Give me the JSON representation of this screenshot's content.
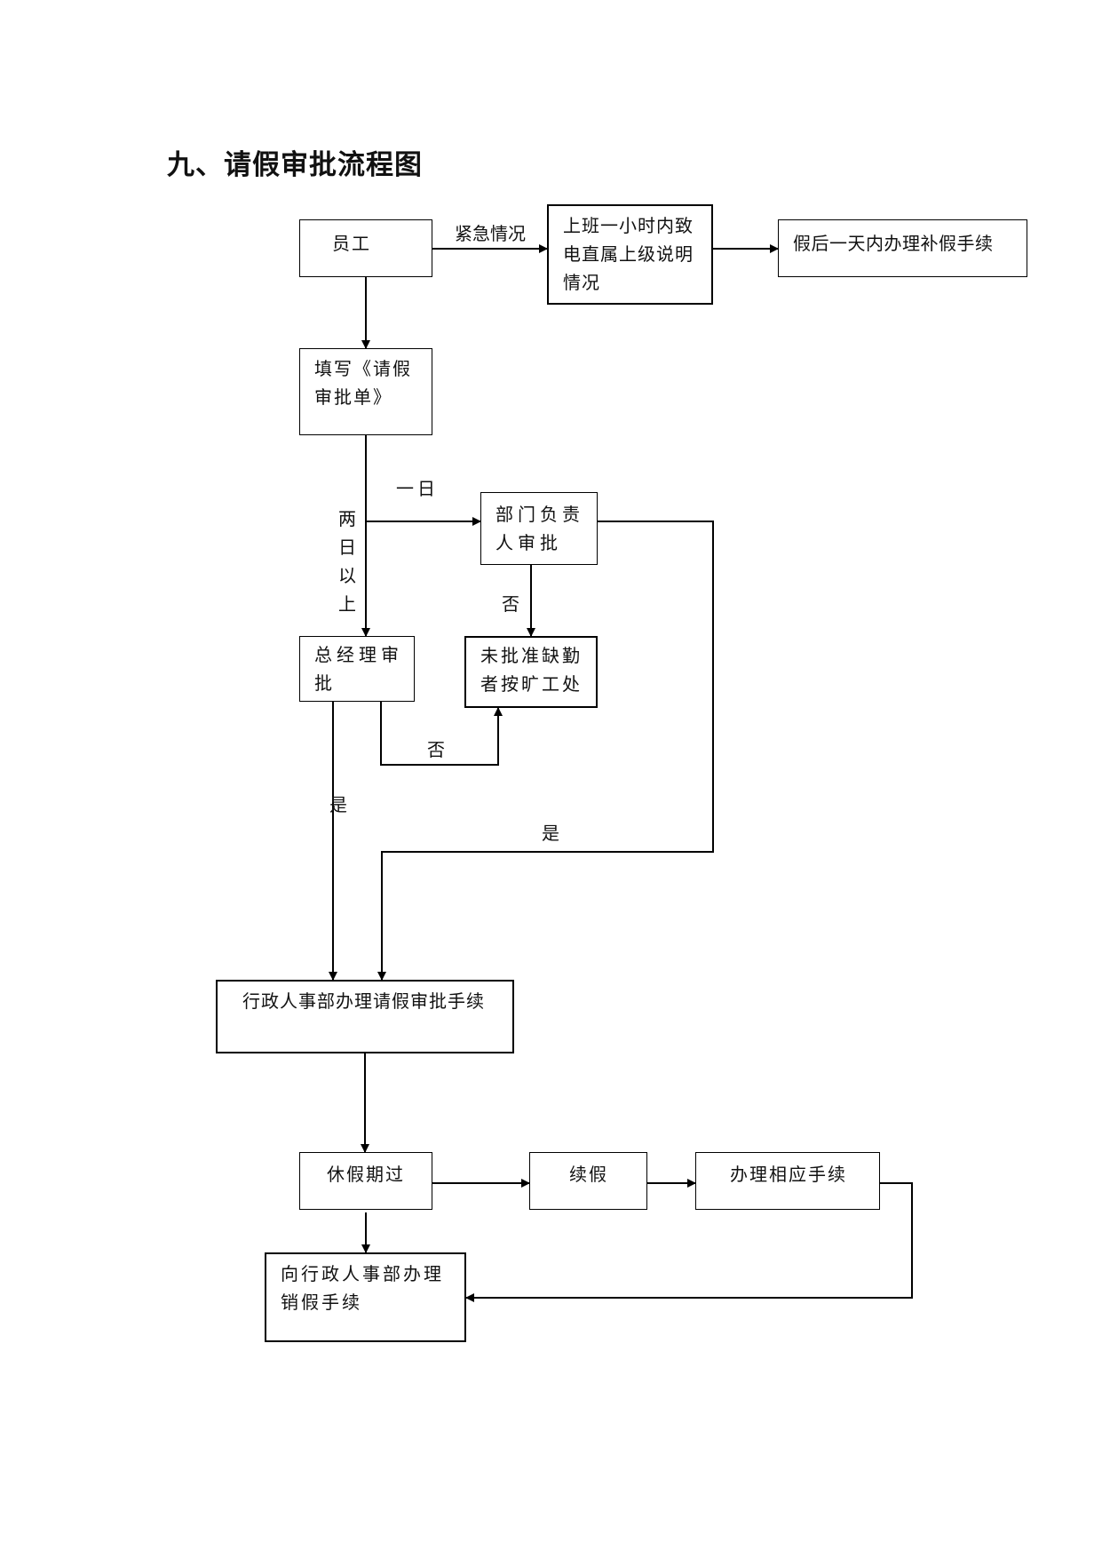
{
  "title": "九、请假审批流程图",
  "nodes": {
    "employee": "员工",
    "emergency_call": [
      "上班一小时内致",
      "电直属上级说明",
      "情况"
    ],
    "makeup_leave": "假后一天内办理补假手续",
    "fill_form": [
      "填写《请假",
      "审批单》"
    ],
    "dept_approval": [
      "部门负责",
      "人审批"
    ],
    "gm_approval": [
      "总经理审",
      "批"
    ],
    "absenteeism": [
      "未批准缺勤",
      "者按旷工处"
    ],
    "hr_process": "行政人事部办理请假审批手续",
    "leave_over": "休假期过",
    "extend_leave": "续假",
    "handle_procedures": "办理相应手续",
    "cancel_leave": [
      "向行政人事部办理",
      "销假手续"
    ]
  },
  "edge_labels": {
    "emergency": "紧急情况",
    "one_day": "一日",
    "two_days_plus": [
      "两",
      "日",
      "以",
      "上"
    ],
    "dept_no": "否",
    "gm_no": "否",
    "gm_yes": "是",
    "dept_yes": "是"
  },
  "colors": {
    "line": "#000000",
    "background": "#ffffff"
  }
}
